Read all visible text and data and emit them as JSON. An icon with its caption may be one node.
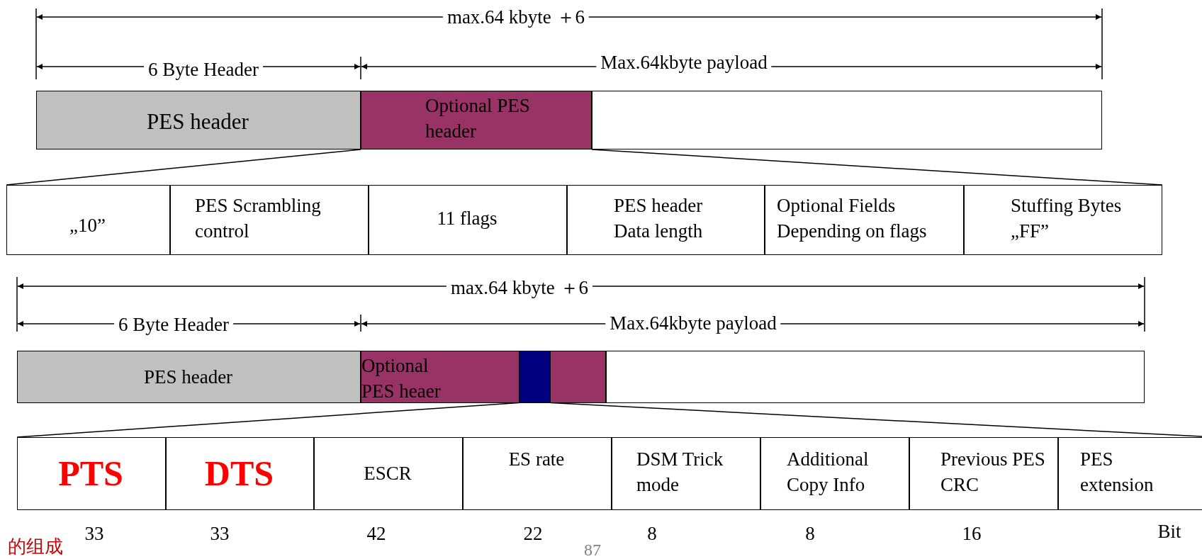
{
  "diagram": {
    "nodes": [
      {
        "text": [
          "PES header"
        ]
      },
      {
        "text": [
          "Optional PES header"
        ]
      },
      {
        "text": [],
        "shape": "box"
      },
      {
        "text": [
          "„10”"
        ]
      },
      {
        "text": [
          "PES Scrambling control"
        ]
      },
      {
        "text": [
          "11 flags"
        ]
      },
      {
        "text": [
          "PES header Data length"
        ]
      },
      {
        "text": [
          "Optional Fields Depending on flags"
        ]
      },
      {
        "text": [
          "Stuffing Bytes „FF”"
        ]
      },
      {
        "text": [
          "PES header"
        ]
      },
      {
        "text": [
          "Optional PES heaer"
        ]
      },
      {
        "text": [],
        "shape": "box",
        "in": 10
      },
      {
        "text": [],
        "shape": "box"
      },
      {
        "text": [
          "PTS"
        ]
      },
      {
        "text": [
          "DTS"
        ]
      },
      {
        "text": [
          "ESCR"
        ]
      },
      {
        "text": [
          "ES rate"
        ]
      },
      {
        "text": [
          "DSM Trick mode"
        ]
      },
      {
        "text": [
          "Additional Copy Info"
        ]
      },
      {
        "text": [
          "Previous PES CRC"
        ]
      },
      {
        "text": [
          "PES extension"
        ]
      }
    ],
    "edges": [
      {
        "from": 1,
        "to": 3,
        "arrow": "none"
      },
      {
        "from": 1,
        "to": 8,
        "arrow": "none"
      },
      {
        "from": 11,
        "to": 13,
        "arrow": "none"
      },
      {
        "from": 11,
        "to": 20,
        "arrow": "none"
      }
    ],
    "labels": [
      "max.64 kbyte ＋6",
      "6 Byte Header",
      "Max.64kbyte payload",
      "max.64 kbyte ＋6",
      "6 Byte Header",
      "Max.64kbyte payload",
      "33",
      "33",
      "42",
      "22",
      "8",
      "8",
      "16",
      "Bit",
      "87",
      "的组成"
    ]
  }
}
